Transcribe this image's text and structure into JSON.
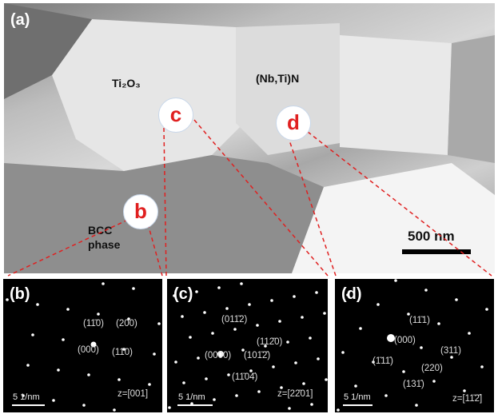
{
  "panel_a": {
    "tag": "(a)",
    "phase_ti2o3": "Ti₂O₃",
    "phase_nbtin": "(Nb,Ti)N",
    "phase_bcc_line1": "BCC",
    "phase_bcc_line2": "phase",
    "scale_label": "500 nm",
    "markers": [
      "b",
      "c",
      "d"
    ]
  },
  "panel_b": {
    "tag": "(b)",
    "indices": [
      "(11̄0)",
      "(200)",
      "(000)",
      "(11̄0)"
    ],
    "zone": "z=[001]",
    "scale": "5 1/nm"
  },
  "panel_c": {
    "tag": "(c)",
    "indices": [
      "(011̄2)",
      "(112̄0)",
      "(0000)",
      "(101̄2̄)",
      "(11̄04̄)"
    ],
    "zone": "z=[22̄01]",
    "scale": "5 1/nm"
  },
  "panel_d": {
    "tag": "(d)",
    "indices": [
      "(11̄1)",
      "(000)",
      "(311)",
      "(1̄11̄)",
      "(220)",
      "(131̄)"
    ],
    "zone": "z=[11̄2̄]",
    "scale": "5 1/nm"
  },
  "colors": {
    "marker": "#e02020",
    "dashed": "#e02020"
  }
}
